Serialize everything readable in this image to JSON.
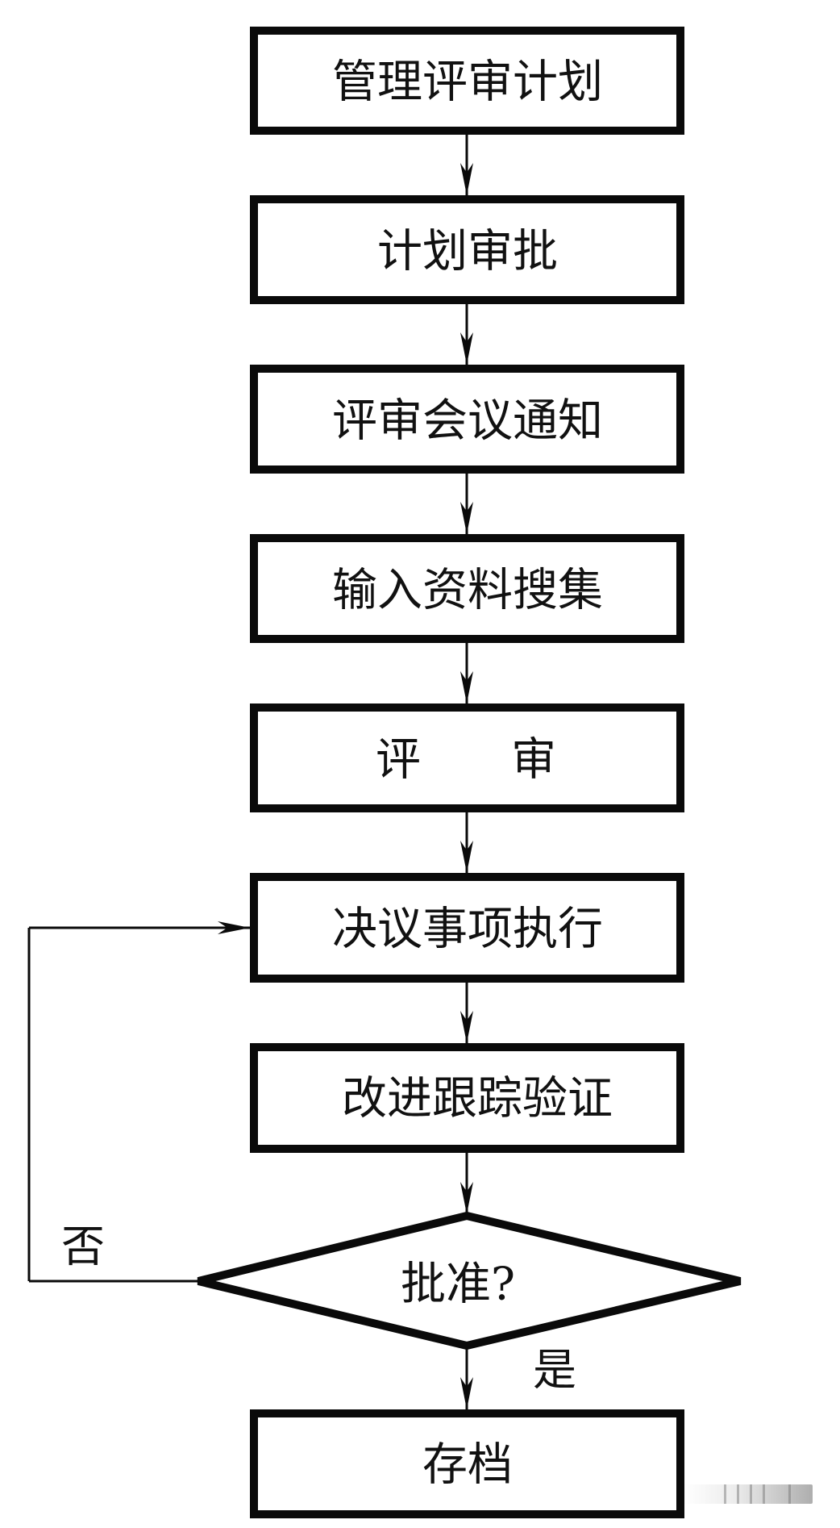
{
  "diagram": {
    "type": "flowchart",
    "direction": "top-to-bottom",
    "colors": {
      "stroke": "#0a0a0a",
      "background": "#ffffff",
      "text": "#111111"
    },
    "nodes": [
      {
        "id": "n1",
        "shape": "rectangle",
        "label": "管理评审计划"
      },
      {
        "id": "n2",
        "shape": "rectangle",
        "label": "计划审批"
      },
      {
        "id": "n3",
        "shape": "rectangle",
        "label": "评审会议通知"
      },
      {
        "id": "n4",
        "shape": "rectangle",
        "label": "输入资料搜集"
      },
      {
        "id": "n5",
        "shape": "rectangle",
        "label": "评　　审"
      },
      {
        "id": "n6",
        "shape": "rectangle",
        "label": "决议事项执行"
      },
      {
        "id": "n7",
        "shape": "rectangle",
        "label": "改进跟踪验证"
      },
      {
        "id": "d1",
        "shape": "diamond",
        "label": "批准?"
      },
      {
        "id": "n8",
        "shape": "rectangle",
        "label": "存档"
      }
    ],
    "edges": [
      {
        "from": "n1",
        "to": "n2",
        "label": ""
      },
      {
        "from": "n2",
        "to": "n3",
        "label": ""
      },
      {
        "from": "n3",
        "to": "n4",
        "label": ""
      },
      {
        "from": "n4",
        "to": "n5",
        "label": ""
      },
      {
        "from": "n5",
        "to": "n6",
        "label": ""
      },
      {
        "from": "n6",
        "to": "n7",
        "label": ""
      },
      {
        "from": "n7",
        "to": "d1",
        "label": ""
      },
      {
        "from": "d1",
        "to": "n8",
        "label": "是"
      },
      {
        "from": "d1",
        "to": "n6",
        "label": "否",
        "route": "left-loop-back"
      }
    ]
  },
  "labels": {
    "yes": "是",
    "no": "否"
  }
}
